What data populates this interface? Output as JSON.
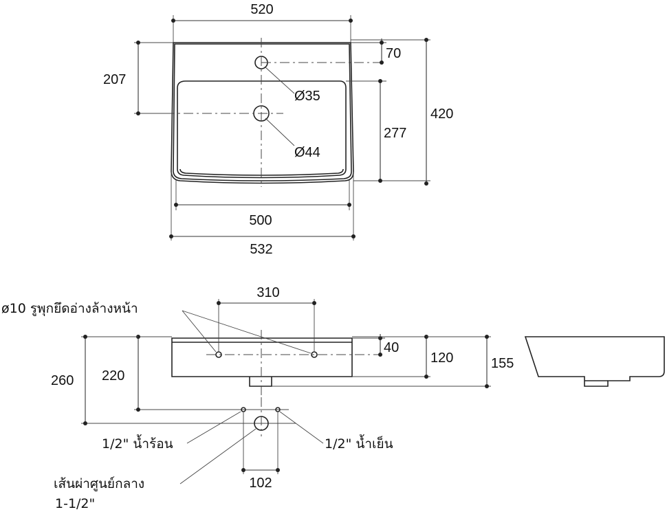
{
  "top_view": {
    "width_top": "520",
    "inner_width": "500",
    "outer_width": "532",
    "depth_total": "420",
    "basin_depth": "277",
    "tap_offset": "70",
    "drain_offset": "207",
    "tap_hole_dia": "Ø35",
    "drain_hole_dia": "Ø44"
  },
  "front_view": {
    "fixing_spacing": "310",
    "fixing_holes_note": "ø10 รูพุกยึดอ่างล้างหน้า",
    "fixing_height": "40",
    "basin_height": "120",
    "side_height": "155",
    "drain_height": "220",
    "supply_height": "260",
    "supply_spacing": "102",
    "hot_water": "1/2\" น้ำร้อน",
    "cold_water": "1/2\" น้ำเย็น",
    "drain_line": "เส้นผ่าศูนย์กลาง",
    "drain_size": "1-1/2\""
  }
}
